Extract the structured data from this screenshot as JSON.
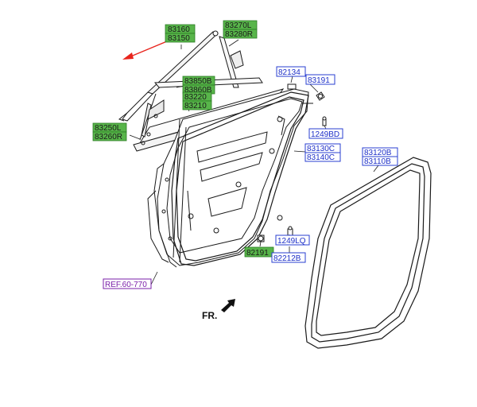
{
  "colors": {
    "green_fill": "#58b54a",
    "blue_fill": "#ffffff",
    "blue_border": "#2a3fd1",
    "blue_text": "#1d2fc8",
    "purple_text": "#7a1fa8",
    "arrow_red": "#e8241c",
    "line": "#1a1a1a"
  },
  "labels": {
    "p83160": "83160",
    "p83150": "83150",
    "p83270L": "83270L",
    "p83280R": "83280R",
    "p83850B": "83850B",
    "p83860B": "83860B",
    "p83220": "83220",
    "p83210": "83210",
    "p83250L": "83250L",
    "p83260R": "83260R",
    "p82134": "82134",
    "p83191": "83191",
    "p1249BD": "1249BD",
    "p83130C": "83130C",
    "p83140C": "83140C",
    "p83120B": "83120B",
    "p83110B": "83110B",
    "p1249LQ": "1249LQ",
    "p82191": "82191",
    "p82212B": "82212B",
    "ref": "REF.60-770",
    "fr": "FR."
  }
}
